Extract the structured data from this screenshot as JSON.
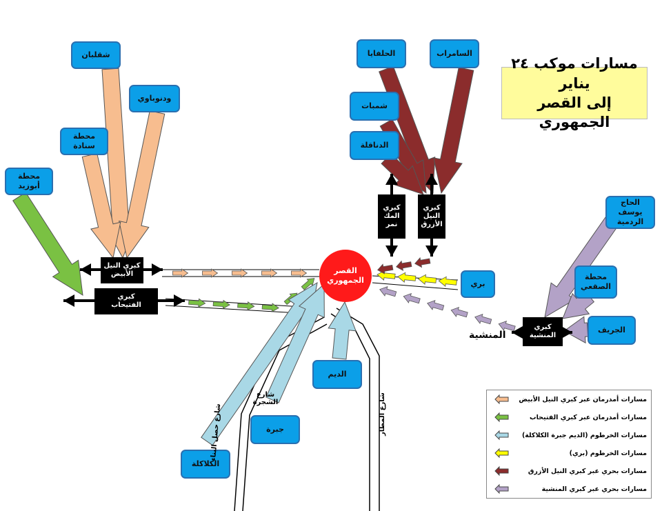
{
  "title": {
    "line1": "مسارات موكب ٢٤ يناير",
    "line2": "إلى القصر الجمهوري"
  },
  "center": {
    "line1": "القصر",
    "line2": "الجمهوري"
  },
  "locations": {
    "shaqilban": "شقلبان",
    "wad_nubawi": "ودنوباوي",
    "sinada_station": "محطة سنادة",
    "abu_zaid_station": "محطة أبوزيد",
    "halfaya": "الحلفايا",
    "samrab": "السامراب",
    "shambat": "شمبات",
    "daghila": "الدناقلة",
    "haj_yousif": "الحاج يوسف الردمية",
    "sagai_station": "محطة الصقعي",
    "jereif": "الجريف",
    "burri": "بري",
    "daim": "الديم",
    "jabra": "جبرة",
    "kalakla": "الكلاكلة"
  },
  "bridges": {
    "white_nile": {
      "line1": "كبري النيل",
      "line2": "الأبيض"
    },
    "fitihab": {
      "line1": "كبري",
      "line2": "الفتيحاب"
    },
    "mek_nimir": {
      "line1": "كبري",
      "line2": "المك نمر"
    },
    "blue_nile": {
      "line1": "كبري",
      "line2": "النيل",
      "line3": "الأزرق"
    },
    "manshiya": {
      "line1": "كبري",
      "line2": "المنشية"
    }
  },
  "labels": {
    "manshiya": "المنشية",
    "shajara_street": "شارع الشجرة",
    "hashel_street": "شارع حصل البناء",
    "airport_street": "شارع المطار"
  },
  "colors": {
    "white_nile": "#f7bd8f",
    "fitihab": "#7ac143",
    "khartoum_south": "#a9d8e6",
    "burri": "#ffff00",
    "bahri_blue_nile": "#8b2c2c",
    "bahri_manshiya": "#b3a2c7",
    "location_fill": "#0b9fe8",
    "center_fill": "#ff1a1a",
    "title_fill": "#fffc9c"
  },
  "legend": [
    {
      "id": "white_nile",
      "label": "مسارات أمدرمان عبر كبري النيل الأبيض"
    },
    {
      "id": "fitihab",
      "label": "مسارات أمدرمان عبر كبري الفتيحاب"
    },
    {
      "id": "khartoum_south",
      "label": "مسارات الخرطوم (الديم جبرة الكلاكلة)"
    },
    {
      "id": "burri",
      "label": "مسارات الخرطوم (بري)"
    },
    {
      "id": "bahri_blue_nile",
      "label": "مسارات بحري عبر كبري النيل الأزرق"
    },
    {
      "id": "bahri_manshiya",
      "label": "مسارات بحري عبر كبري المنشية"
    }
  ]
}
